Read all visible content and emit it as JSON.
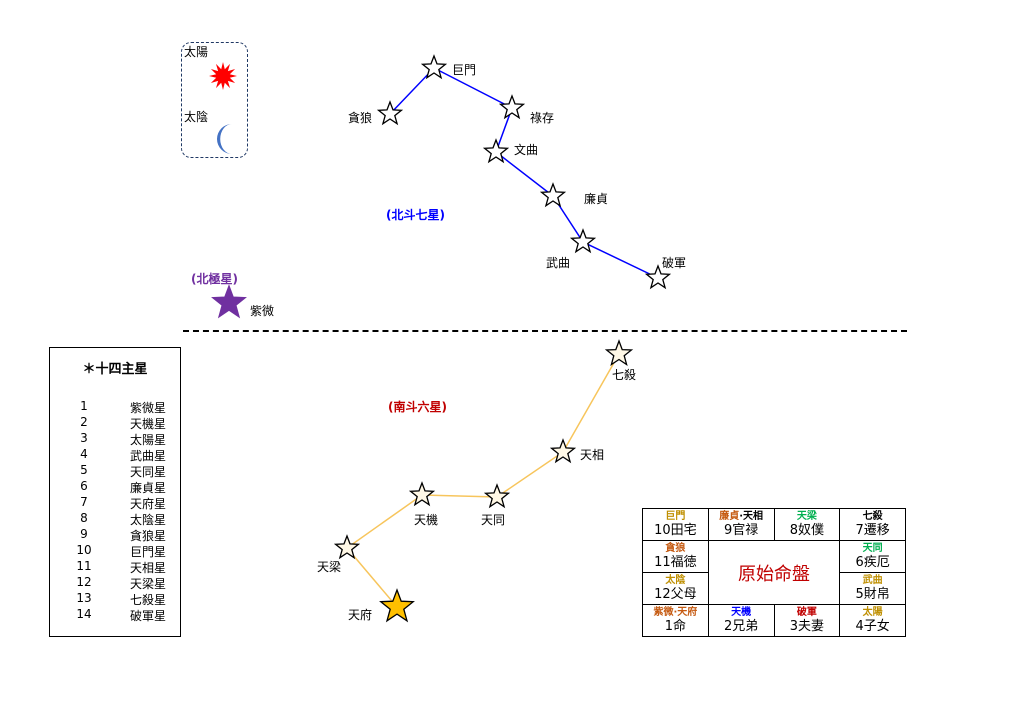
{
  "legend": {
    "sun_label": "太陽",
    "moon_label": "太陰",
    "sun_color": "#ff0000",
    "moon_color": "#4472c4",
    "border_color": "#1f3864"
  },
  "north": {
    "title": "(北斗七星)",
    "title_color": "#0000ff",
    "line_color": "#0000ff",
    "stars": [
      "巨門",
      "貪狼",
      "祿存",
      "文曲",
      "廉貞",
      "武曲",
      "破軍"
    ]
  },
  "pole": {
    "title": "(北極星)",
    "title_color": "#7030a0",
    "star_color": "#7030a0",
    "star": "紫微"
  },
  "south": {
    "title": "(南斗六星)",
    "title_color": "#c00000",
    "line_color": "#f7c55c",
    "stars": [
      "七殺",
      "天相",
      "天機",
      "天同",
      "天梁",
      "天府"
    ],
    "highlight_color": "#ffc000"
  },
  "list": {
    "title": "＊十四主星",
    "items": [
      {
        "num": "1",
        "name": "紫微星"
      },
      {
        "num": "2",
        "name": "天機星"
      },
      {
        "num": "3",
        "name": "太陽星"
      },
      {
        "num": "4",
        "name": "武曲星"
      },
      {
        "num": "5",
        "name": "天同星"
      },
      {
        "num": "6",
        "name": "廉貞星"
      },
      {
        "num": "7",
        "name": "天府星"
      },
      {
        "num": "8",
        "name": "太陰星"
      },
      {
        "num": "9",
        "name": "貪狼星"
      },
      {
        "num": "10",
        "name": "巨門星"
      },
      {
        "num": "11",
        "name": "天相星"
      },
      {
        "num": "12",
        "name": "天梁星"
      },
      {
        "num": "13",
        "name": "七殺星"
      },
      {
        "num": "14",
        "name": "破軍星"
      }
    ]
  },
  "chart": {
    "center_title": "原始命盤",
    "center_color": "#c00000",
    "top": [
      {
        "stars": "巨門",
        "color": "#bf8f00",
        "palace": "10田宅"
      },
      {
        "stars": "廉貞",
        "color": "#c55a11",
        "stars2": "·天相",
        "color2": "#000000",
        "palace": "9官禄"
      },
      {
        "stars": "天梁",
        "color": "#00b050",
        "palace": "8奴僕"
      },
      {
        "stars": "七殺",
        "color": "#000000",
        "palace": "7遷移"
      }
    ],
    "left": [
      {
        "stars": "貪狼",
        "color": "#c55a11",
        "palace": "11福徳"
      },
      {
        "stars": "太陰",
        "color": "#bf8f00",
        "palace": "12父母"
      }
    ],
    "right": [
      {
        "stars": "天同",
        "color": "#00b050",
        "palace": "6疾厄"
      },
      {
        "stars": "武曲",
        "color": "#bf8f00",
        "palace": "5財帛"
      }
    ],
    "bottom": [
      {
        "stars": "紫微·天府",
        "color": "#c55a11",
        "palace": "1命"
      },
      {
        "stars": "天機",
        "color": "#0000ff",
        "palace": "2兄弟"
      },
      {
        "stars": "破軍",
        "color": "#c00000",
        "palace": "3夫妻"
      },
      {
        "stars": "太陽",
        "color": "#bf8f00",
        "palace": "4子女"
      }
    ]
  }
}
